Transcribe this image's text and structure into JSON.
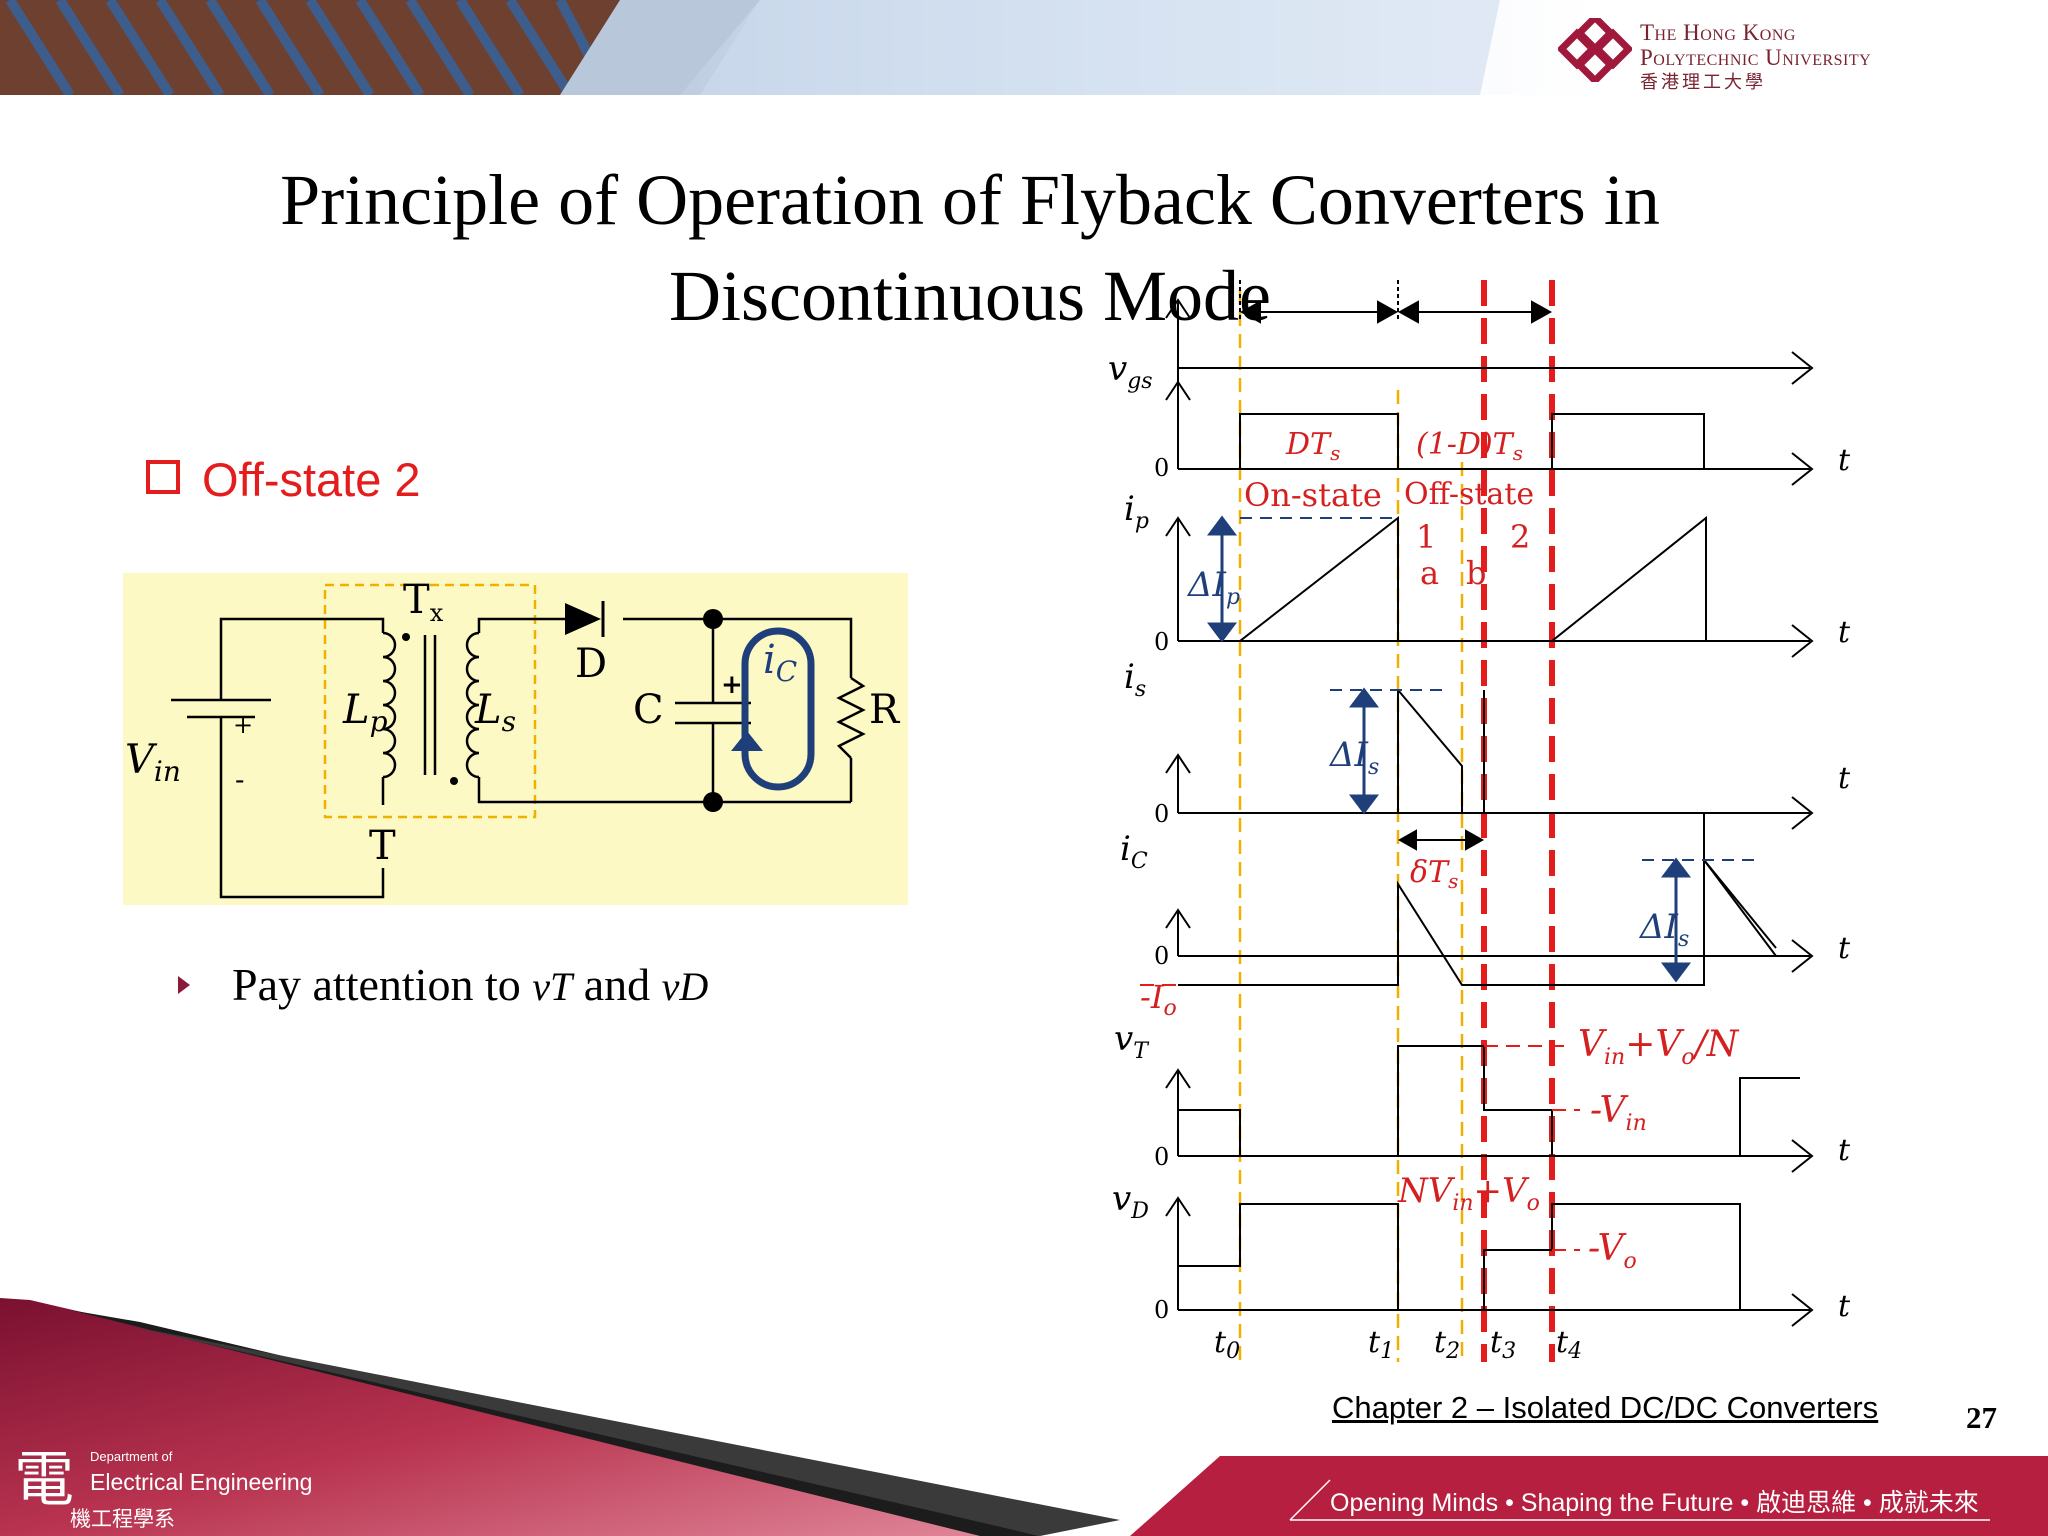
{
  "header": {
    "university_name_line1": "The Hong Kong",
    "university_name_line2": "Polytechnic University",
    "university_name_zh": "香港理工大學"
  },
  "slide": {
    "title_line1": "Principle of Operation of Flyback Converters in",
    "title_line2": "Discontinuous Mode",
    "bullet_heading": "Off-state 2",
    "sub_bullet_text": "Pay attention to",
    "sub_bullet_vt": "vT",
    "sub_bullet_and": "and",
    "sub_bullet_vd": "vD",
    "chapter_label": "Chapter 2 – Isolated DC/DC Converters",
    "page_number": "27"
  },
  "circuit": {
    "vin_label": "V",
    "vin_sub": "in",
    "plus": "+",
    "minus": "-",
    "tx_label": "T",
    "tx_sub": "x",
    "lp_label": "L",
    "lp_sub": "p",
    "ls_label": "L",
    "ls_sub": "s",
    "t_label": "T",
    "d_label": "D",
    "c_label": "C",
    "r_label": "R",
    "ic_label": "i",
    "ic_sub": "C"
  },
  "waveforms": {
    "vgs_label": "v",
    "vgs_sub": "gs",
    "ip_label": "i",
    "ip_sub": "p",
    "is_label": "i",
    "is_sub": "s",
    "ic_label": "i",
    "ic_sub": "C",
    "vt_label": "v",
    "vt_sub": "T",
    "vd_label": "v",
    "vd_sub": "D",
    "zero": "0",
    "t_axis": "t",
    "dts": "DT",
    "dts_sub": "s",
    "one_minus_d": "(1-D)T",
    "one_minus_d_sub": "s",
    "on_state": "On-state",
    "off_state": "Off-state",
    "one": "1",
    "two": "2",
    "a": "a",
    "b": "b",
    "delta_ip": "ΔI",
    "delta_ip_sub": "p",
    "delta_is": "ΔI",
    "delta_is_sub": "s",
    "delta_ts": "δT",
    "delta_ts_sub": "s",
    "neg_io": "-I",
    "neg_io_sub": "o",
    "vin_plus_vo_n": "V",
    "vin_plus_vo_n_sub1": "in",
    "vin_plus_vo_n_rest": "+V",
    "vin_plus_vo_n_sub2": "o",
    "vin_plus_vo_n_tail": "/N",
    "neg_vin": "-V",
    "neg_vin_sub": "in",
    "nvin_vo": "NV",
    "nvin_vo_sub1": "in",
    "nvin_vo_rest": "+V",
    "nvin_vo_sub2": "o",
    "neg_vo": "-V",
    "neg_vo_sub": "o",
    "t0": "t",
    "t0_sub": "0",
    "t1": "t",
    "t1_sub": "1",
    "t2": "t",
    "t2_sub": "2",
    "t3": "t",
    "t3_sub": "3",
    "t4": "t",
    "t4_sub": "4"
  },
  "footer": {
    "dept_glyph": "電",
    "dept_line1": "Department of",
    "dept_line2": "Electrical Engineering",
    "dept_line3": "機工程學系",
    "slogan": "Opening Minds • Shaping the Future • 啟迪思維 • 成就未來"
  },
  "colors": {
    "accent_red": "#e41c1c",
    "brand_maroon": "#a0193c",
    "circuit_bg": "#fdf9c4",
    "ic_blue": "#1f3f7a",
    "marker_orange": "#f0b000"
  }
}
